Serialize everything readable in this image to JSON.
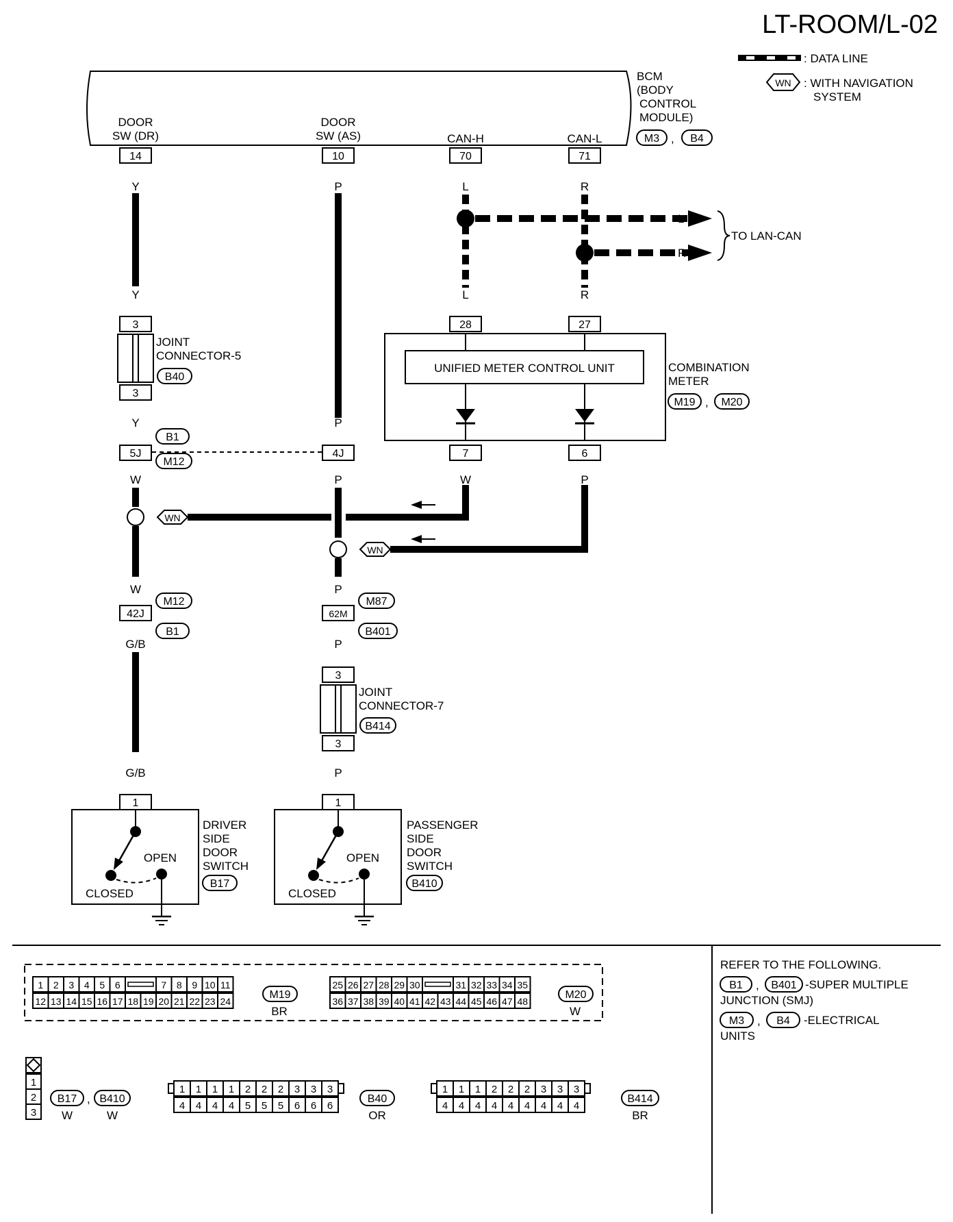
{
  "title": "LT-ROOM/L-02",
  "legend": {
    "data_line": ": DATA LINE",
    "wn_tag": "WN",
    "with_nav_1": ": WITH NAVIGATION",
    "with_nav_2": "SYSTEM"
  },
  "bcm": {
    "l1": "BCM",
    "l2": "(BODY",
    "l3": "CONTROL",
    "l4": "MODULE)",
    "conn_a": "M3",
    "conn_b": "B4",
    "door_dr_1": "DOOR",
    "door_dr_2": "SW (DR)",
    "door_as_1": "DOOR",
    "door_as_2": "SW (AS)",
    "can_h": "CAN-H",
    "can_l": "CAN-L",
    "pin_dr": "14",
    "pin_as": "10",
    "pin_canh": "70",
    "pin_canl": "71"
  },
  "wires": {
    "y": "Y",
    "p": "P",
    "l": "L",
    "r": "R",
    "w": "W",
    "gb": "G/B"
  },
  "lan": {
    "l": "L",
    "r": "R",
    "to": "TO LAN-CAN"
  },
  "meter": {
    "inner": "UNIFIED METER CONTROL UNIT",
    "l1": "COMBINATION",
    "l2": "METER",
    "conn_a": "M19",
    "conn_b": "M20",
    "pin28": "28",
    "pin27": "27",
    "pin7": "7",
    "pin6": "6"
  },
  "joint5": {
    "l1": "JOINT",
    "l2": "CONNECTOR-5",
    "conn": "B40",
    "pin": "3"
  },
  "joint7": {
    "l1": "JOINT",
    "l2": "CONNECTOR-7",
    "conn": "B414",
    "pin": "3"
  },
  "junction1": {
    "pin_a": "5J",
    "pin_b": "4J",
    "conn_a": "B1",
    "conn_b": "M12"
  },
  "junction2": {
    "pin": "42J",
    "conn_a": "M12",
    "conn_b": "B1"
  },
  "junction3": {
    "pin": "62M",
    "conn_a": "M87",
    "conn_b": "B401"
  },
  "driver_sw": {
    "l1": "DRIVER",
    "l2": "SIDE",
    "l3": "DOOR",
    "l4": "SWITCH",
    "conn": "B17",
    "pin": "1",
    "open": "OPEN",
    "closed": "CLOSED"
  },
  "pass_sw": {
    "l1": "PASSENGER",
    "l2": "SIDE",
    "l3": "DOOR",
    "l4": "SWITCH",
    "conn": "B410",
    "pin": "1",
    "open": "OPEN",
    "closed": "CLOSED"
  },
  "connectors": {
    "m19": "M19",
    "m19_color": "BR",
    "m20": "M20",
    "m20_color": "W",
    "b17": "B17",
    "b17_color": "W",
    "b410": "B410",
    "b410_color": "W",
    "b40": "B40",
    "b40_color": "OR",
    "b414": "B414",
    "b414_color": "BR",
    "m19_top": [
      "1",
      "2",
      "3",
      "4",
      "5",
      "6",
      "7",
      "8",
      "9",
      "10",
      "11"
    ],
    "m19_bot": [
      "12",
      "13",
      "14",
      "15",
      "16",
      "17",
      "18",
      "19",
      "20",
      "21",
      "22",
      "23",
      "24"
    ],
    "m20_top": [
      "25",
      "26",
      "27",
      "28",
      "29",
      "30",
      "31",
      "32",
      "33",
      "34",
      "35"
    ],
    "m20_bot": [
      "36",
      "37",
      "38",
      "39",
      "40",
      "41",
      "42",
      "43",
      "44",
      "45",
      "46",
      "47",
      "48"
    ],
    "sw_pins": [
      "1",
      "2",
      "3"
    ],
    "b40_top": [
      "1",
      "1",
      "1",
      "1",
      "2",
      "2",
      "2",
      "3",
      "3",
      "3"
    ],
    "b40_bot": [
      "4",
      "4",
      "4",
      "4",
      "5",
      "5",
      "5",
      "6",
      "6",
      "6"
    ],
    "b414_top": [
      "1",
      "1",
      "1",
      "2",
      "2",
      "2",
      "3",
      "3",
      "3"
    ],
    "b414_bot": [
      "4",
      "4",
      "4",
      "4",
      "4",
      "4",
      "4",
      "4",
      "4"
    ]
  },
  "refer": {
    "l1": "REFER TO THE FOLLOWING.",
    "b1": "B1",
    "b401": "B401",
    "smj_1": "-SUPER MULTIPLE",
    "smj_2": "JUNCTION (SMJ)",
    "m3": "M3",
    "b4": "B4",
    "eu_1": "-ELECTRICAL",
    "eu_2": "UNITS"
  }
}
